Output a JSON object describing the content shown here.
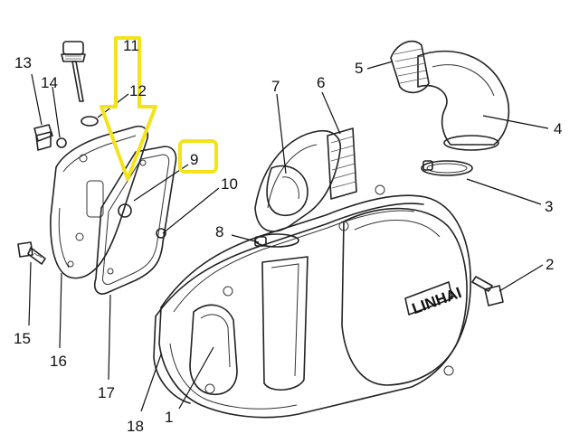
{
  "callouts": {
    "c1": "1",
    "c2": "2",
    "c3": "3",
    "c4": "4",
    "c5": "5",
    "c6": "6",
    "c7": "7",
    "c8": "8",
    "c9": "9",
    "c10": "10",
    "c11": "11",
    "c12": "12",
    "c13": "13",
    "c14": "14",
    "c15": "15",
    "c16": "16",
    "c17": "17",
    "c18": "18"
  },
  "cover_text": "LINHAI",
  "highlight": {
    "color": "#f2e31a",
    "target": "9"
  }
}
